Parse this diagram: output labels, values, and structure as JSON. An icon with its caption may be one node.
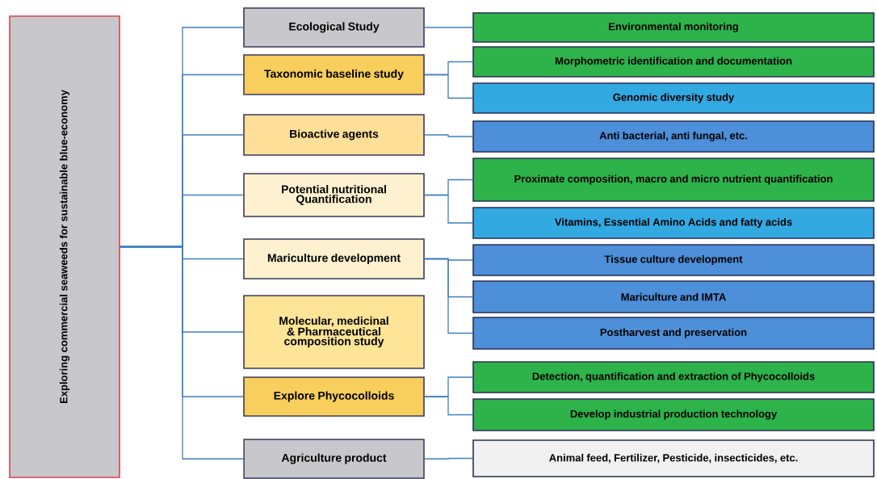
{
  "diagram": {
    "nodes": [
      {
        "text": [
          "Exploring commercial seaweeds for sustainable blue-economy"
        ]
      },
      {
        "text": [
          "Ecological Study"
        ]
      },
      {
        "text": [
          "Taxonomic baseline study"
        ]
      },
      {
        "text": [
          "Bioactive agents"
        ]
      },
      {
        "text": [
          "Potential nutritional Quantification"
        ]
      },
      {
        "text": [
          "Mariculture development"
        ]
      },
      {
        "text": [
          "Molecular, medicinal & Pharmaceutical composition study"
        ]
      },
      {
        "text": [
          "Explore Phycocolloids"
        ]
      },
      {
        "text": [
          "Agriculture product"
        ]
      },
      {
        "text": [
          "Environmental monitoring"
        ]
      },
      {
        "text": [
          "Morphometric identification and documentation"
        ]
      },
      {
        "text": [
          "Genomic diversity study"
        ]
      },
      {
        "text": [
          "Anti bacterial, anti fungal,  etc."
        ]
      },
      {
        "text": [
          "Proximate composition, macro and micro nutrient quantification"
        ]
      },
      {
        "text": [
          "Vitamins,  Essential Amino Acids and  fatty acids"
        ]
      },
      {
        "text": [
          "Tissue culture development"
        ]
      },
      {
        "text": [
          "Mariculture and IMTA"
        ]
      },
      {
        "text": [
          "Postharvest and preservation"
        ]
      },
      {
        "text": [
          "Detection, quantification and extraction of Phycocolloids"
        ]
      },
      {
        "text": [
          "Develop industrial production technology"
        ]
      },
      {
        "text": [
          "Animal feed, Fertilizer, Pesticide, insecticides, etc."
        ]
      }
    ],
    "edges": [
      {
        "from": 0,
        "to": 1,
        "arrow": "none"
      },
      {
        "from": 0,
        "to": 2,
        "arrow": "none"
      },
      {
        "from": 0,
        "to": 3,
        "arrow": "none"
      },
      {
        "from": 0,
        "to": 4,
        "arrow": "none"
      },
      {
        "from": 0,
        "to": 5,
        "arrow": "none"
      },
      {
        "from": 0,
        "to": 6,
        "arrow": "none"
      },
      {
        "from": 0,
        "to": 7,
        "arrow": "none"
      },
      {
        "from": 0,
        "to": 8,
        "arrow": "none"
      },
      {
        "from": 1,
        "to": 9,
        "arrow": "none"
      },
      {
        "from": 2,
        "to": 10,
        "arrow": "none"
      },
      {
        "from": 2,
        "to": 11,
        "arrow": "none"
      },
      {
        "from": 3,
        "to": 12,
        "arrow": "none"
      },
      {
        "from": 4,
        "to": 13,
        "arrow": "none"
      },
      {
        "from": 4,
        "to": 14,
        "arrow": "none"
      },
      {
        "from": 5,
        "to": 15,
        "arrow": "none"
      },
      {
        "from": 5,
        "to": 16,
        "arrow": "none"
      },
      {
        "from": 5,
        "to": 17,
        "arrow": "none"
      },
      {
        "from": 7,
        "to": 18,
        "arrow": "none"
      },
      {
        "from": 7,
        "to": 19,
        "arrow": "none"
      },
      {
        "from": 8,
        "to": 20,
        "arrow": "none"
      }
    ]
  }
}
